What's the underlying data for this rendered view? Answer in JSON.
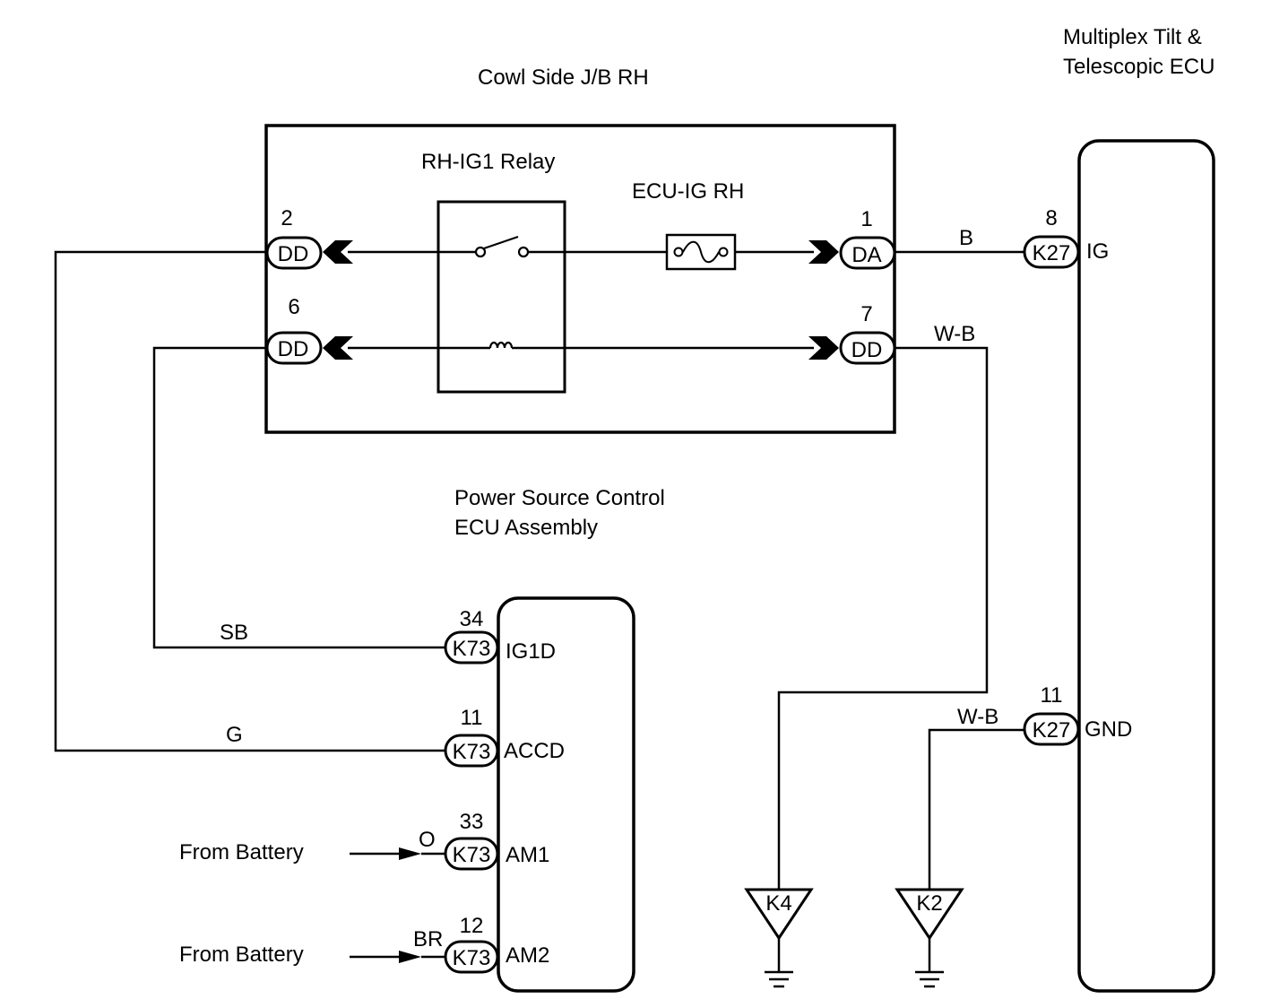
{
  "components": {
    "cowl_jb": "Cowl Side J/B RH",
    "relay": "RH-IG1 Relay",
    "fuse": "ECU-IG RH",
    "power_ecu": [
      "Power Source Control",
      "ECU Assembly"
    ],
    "tilt_ecu": [
      "Multiplex Tilt &",
      "Telescopic ECU"
    ]
  },
  "connectors": {
    "jb_dd_2": {
      "pin": "2",
      "code": "DD"
    },
    "jb_dd_6": {
      "pin": "6",
      "code": "DD"
    },
    "jb_da_1": {
      "pin": "1",
      "code": "DA"
    },
    "jb_dd_7": {
      "pin": "7",
      "code": "DD"
    },
    "k27_8": {
      "pin": "8",
      "code": "K27",
      "terminal": "IG"
    },
    "k27_11": {
      "pin": "11",
      "code": "K27",
      "terminal": "GND"
    },
    "k73_34": {
      "pin": "34",
      "code": "K73",
      "terminal": "IG1D"
    },
    "k73_11": {
      "pin": "11",
      "code": "K73",
      "terminal": "ACCD"
    },
    "k73_33": {
      "pin": "33",
      "code": "K73",
      "terminal": "AM1"
    },
    "k73_12": {
      "pin": "12",
      "code": "K73",
      "terminal": "AM2"
    }
  },
  "wires": {
    "b": "B",
    "wb_top": "W-B",
    "wb_gnd": "W-B",
    "sb": "SB",
    "g": "G",
    "o": "O",
    "br": "BR"
  },
  "sources": {
    "battery1": "From Battery",
    "battery2": "From Battery"
  },
  "grounds": {
    "k4": "K4",
    "k2": "K2"
  }
}
